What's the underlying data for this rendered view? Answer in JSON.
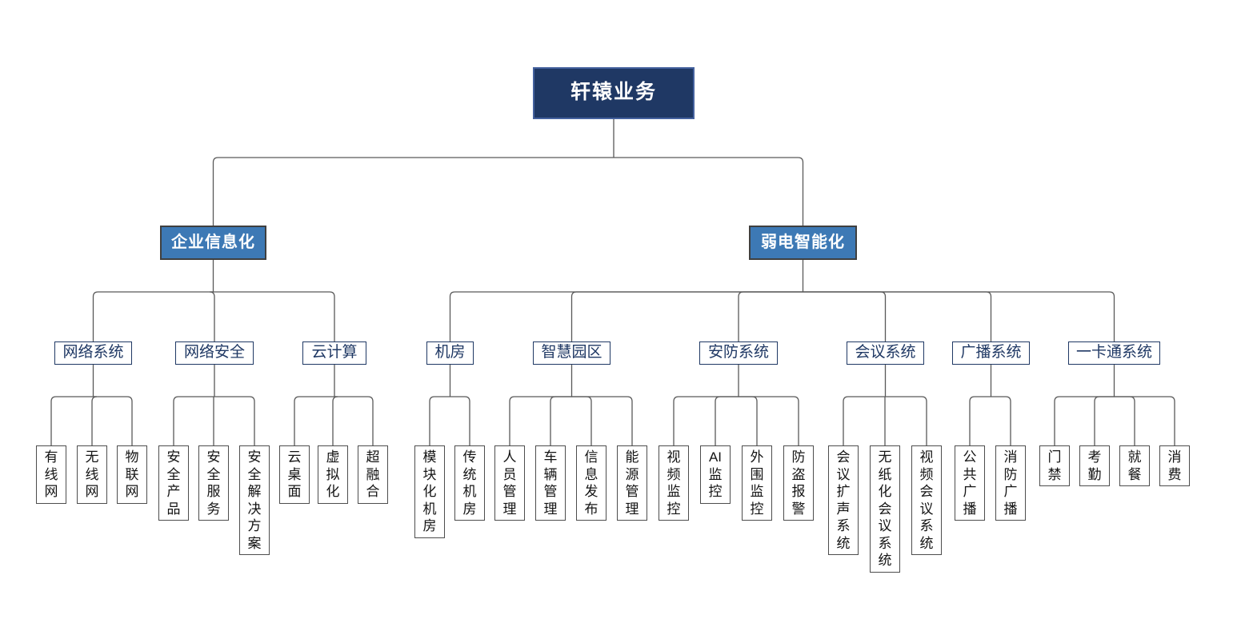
{
  "colors": {
    "canvas_bg": "#ffffff",
    "root_bg": "#1f3864",
    "root_border": "#44619e",
    "root_text": "#ffffff",
    "branch_bg": "#3d79b5",
    "branch_border": "#3f3f3f",
    "branch_text": "#ffffff",
    "category_color": "#1f3864",
    "leaf_border": "#4d4d4d",
    "leaf_text": "#141414",
    "connector": "#595959"
  },
  "tree": {
    "label": "轩辕业务",
    "children": [
      {
        "label": "企业信息化",
        "children": [
          {
            "label": "网络系统",
            "children": [
              {
                "label": "有线网"
              },
              {
                "label": "无线网"
              },
              {
                "label": "物联网"
              }
            ]
          },
          {
            "label": "网络安全",
            "children": [
              {
                "label": "安全产品"
              },
              {
                "label": "安全服务"
              },
              {
                "label": "安全解决方案"
              }
            ]
          },
          {
            "label": "云计算",
            "children": [
              {
                "label": "云桌面"
              },
              {
                "label": "虚拟化"
              },
              {
                "label": "超融合"
              }
            ]
          }
        ]
      },
      {
        "label": "弱电智能化",
        "children": [
          {
            "label": "机房",
            "children": [
              {
                "label": "模块化机房"
              },
              {
                "label": "传统机房"
              }
            ]
          },
          {
            "label": "智慧园区",
            "children": [
              {
                "label": "人员管理"
              },
              {
                "label": "车辆管理"
              },
              {
                "label": "信息发布"
              },
              {
                "label": "能源管理"
              }
            ]
          },
          {
            "label": "安防系统",
            "children": [
              {
                "label": "视频监控"
              },
              {
                "label": "AI监控"
              },
              {
                "label": "外围监控"
              },
              {
                "label": "防盗报警"
              }
            ]
          },
          {
            "label": "会议系统",
            "children": [
              {
                "label": "会议扩声系统"
              },
              {
                "label": "无纸化会议系统"
              },
              {
                "label": "视频会议系统"
              }
            ]
          },
          {
            "label": "广播系统",
            "children": [
              {
                "label": "公共广播"
              },
              {
                "label": "消防广播"
              }
            ]
          },
          {
            "label": "一卡通系统",
            "children": [
              {
                "label": "门禁"
              },
              {
                "label": "考勤"
              },
              {
                "label": "就餐"
              },
              {
                "label": "消费"
              }
            ]
          }
        ]
      }
    ]
  }
}
